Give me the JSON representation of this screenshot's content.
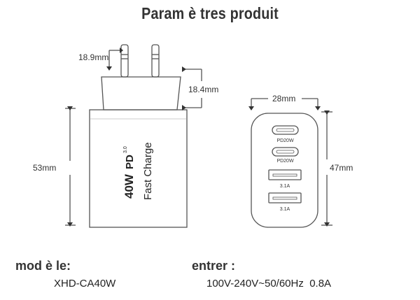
{
  "page": {
    "title": "Param è tres produit"
  },
  "dimensions": {
    "pin_width": "18.9mm",
    "pin_length": "18.4mm",
    "height": "53mm",
    "width": "28mm",
    "depth": "47mm"
  },
  "charger_side": {
    "power": "40W",
    "pd_symbol": "PD",
    "pd_version": "3.0",
    "label": "Fast Charge"
  },
  "ports": [
    {
      "type": "usb-c",
      "label": "PD20W"
    },
    {
      "type": "usb-c",
      "label": "PD20W"
    },
    {
      "type": "usb-a",
      "label": "3.1A"
    },
    {
      "type": "usb-a",
      "label": "3.1A"
    }
  ],
  "specs": {
    "model_label": "mod è le:",
    "model_value": "XHD-CA40W",
    "input_label": "entrer :",
    "input_value": "100V-240V~50/60Hz  0.8A"
  },
  "colors": {
    "outline": "#555555",
    "text": "#333333"
  }
}
